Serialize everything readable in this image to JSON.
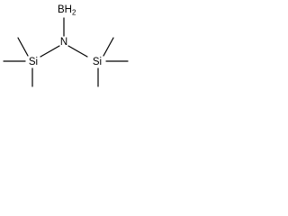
{
  "molecule": {
    "atoms": {
      "boron": {
        "symbol": "B",
        "hydrogens": "H",
        "hydrogen_count": "2"
      },
      "nitrogen": {
        "symbol": "N"
      },
      "silicon_left": {
        "symbol": "Si"
      },
      "silicon_right": {
        "symbol": "Si"
      }
    },
    "bonds": [
      {
        "from": "nitrogen",
        "to": "boron",
        "order": 1
      },
      {
        "from": "nitrogen",
        "to": "silicon_left",
        "order": 1
      },
      {
        "from": "nitrogen",
        "to": "silicon_right",
        "order": 1
      },
      {
        "from": "silicon_left",
        "to": "methyl",
        "order": 1
      },
      {
        "from": "silicon_left",
        "to": "methyl",
        "order": 1
      },
      {
        "from": "silicon_left",
        "to": "methyl",
        "order": 1
      },
      {
        "from": "silicon_right",
        "to": "methyl",
        "order": 1
      },
      {
        "from": "silicon_right",
        "to": "methyl",
        "order": 1
      },
      {
        "from": "silicon_right",
        "to": "methyl",
        "order": 1
      }
    ]
  }
}
